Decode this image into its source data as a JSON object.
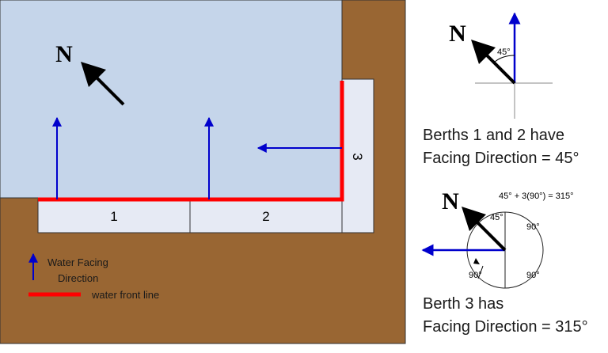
{
  "diagram": {
    "north_label": "N",
    "berths": [
      {
        "label": "1"
      },
      {
        "label": "2"
      },
      {
        "label": "3"
      }
    ],
    "legend": {
      "water_facing_line1": "Water Facing",
      "water_facing_line2": "Direction",
      "water_front": "water front line"
    },
    "compass_top": {
      "north": "N",
      "angle": "45°",
      "caption_line1": "Berths 1 and 2 have",
      "caption_line2": "Facing Direction = 45°"
    },
    "compass_bottom": {
      "north": "N",
      "formula": "45° + 3(90°) = 315°",
      "angle_45": "45°",
      "angle_90_a": "90°",
      "angle_90_b": "90°",
      "angle_90_c": "90°",
      "caption_line1": "Berth 3 has",
      "caption_line2": "Facing Direction = 315°"
    },
    "colors": {
      "land": "#996633",
      "water": "#c5d5ea",
      "berth": "#e6eaf4",
      "water_front": "#ff0000",
      "facing_arrow": "#0000cc"
    }
  }
}
